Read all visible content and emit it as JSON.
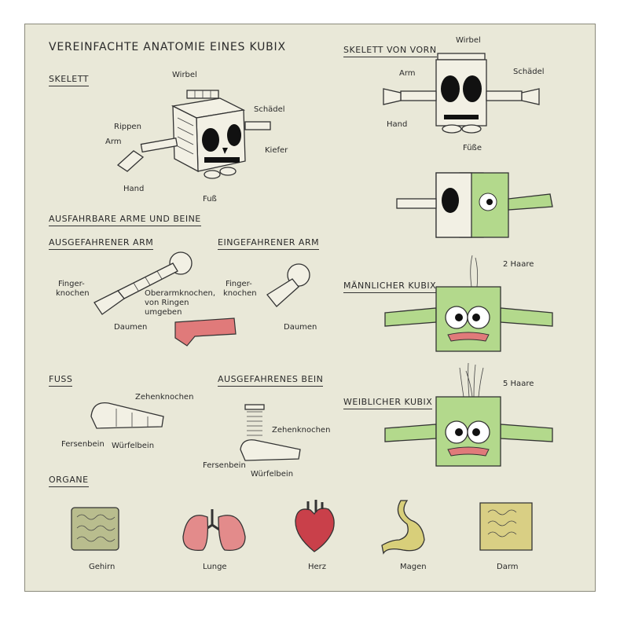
{
  "title": "Vereinfachte Anatomie eines Kubix",
  "sections": {
    "skelett": "Skelett",
    "skelett_vorn": "Skelett von vorn",
    "ausfahrbare": "Ausfahrbare Arme und Beine",
    "ausgefahrener_arm": "Ausgefahrener Arm",
    "eingefahrener_arm": "Eingefahrener Arm",
    "maennlich": "Männlicher Kubix",
    "fuss": "Fuss",
    "ausgefahrenes_bein": "Ausgefahrenes Bein",
    "weiblich": "Weiblicher Kubix",
    "organe": "Organe"
  },
  "skelett_labels": {
    "wirbel": "Wirbel",
    "schaedel": "Schädel",
    "rippen": "Rippen",
    "arm": "Arm",
    "kiefer": "Kiefer",
    "hand": "Hand",
    "fuss": "Fuß"
  },
  "vorn_labels": {
    "wirbel": "Wirbel",
    "arm": "Arm",
    "schaedel": "Schädel",
    "hand": "Hand",
    "fuesse": "Füße"
  },
  "arm_labels": {
    "finger1": "Finger-",
    "finger2": "knochen",
    "ober1": "Oberarmknochen,",
    "ober2": "von Ringen",
    "ober3": "umgeben",
    "daumen": "Daumen",
    "ein_finger1": "Finger-",
    "ein_finger2": "knochen",
    "ein_daumen": "Daumen"
  },
  "hair_labels": {
    "maennlich": "2 Haare",
    "weiblich": "5 Haare"
  },
  "fuss_labels": {
    "zehen": "Zehenknochen",
    "fersen": "Fersenbein",
    "wuerfel": "Würfelbein"
  },
  "bein_labels": {
    "zehen": "Zehenknochen",
    "fersen": "Fersenbein",
    "wuerfel": "Würfelbein"
  },
  "organs": [
    "Gehirn",
    "Lunge",
    "Herz",
    "Magen",
    "Darm"
  ],
  "colors": {
    "background": "#e9e8d8",
    "bone": "#f2f0e4",
    "kubix_green": "#b3d98c",
    "heart": "#c9404a",
    "lung": "#e38b8b",
    "stomach": "#d8cf7a",
    "brain": "#b9bd8e",
    "gut": "#d9cf84"
  }
}
